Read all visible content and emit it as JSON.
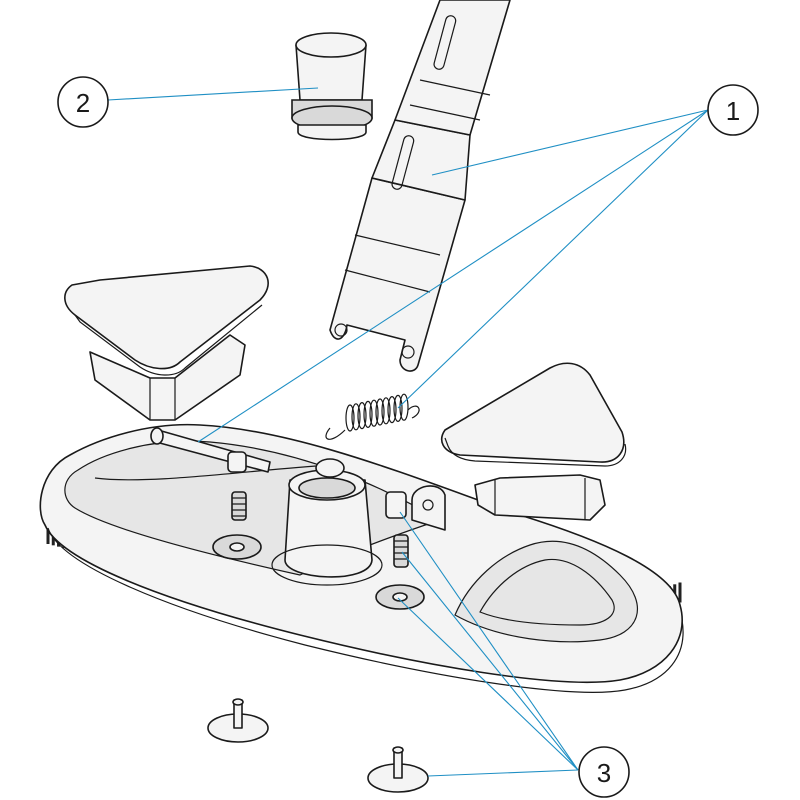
{
  "callouts": [
    {
      "number": "1"
    },
    {
      "number": "2"
    },
    {
      "number": "3"
    }
  ],
  "colors": {
    "leader": "#1f8fc4",
    "outline": "#1a1a1a",
    "bristles": "#222222"
  }
}
